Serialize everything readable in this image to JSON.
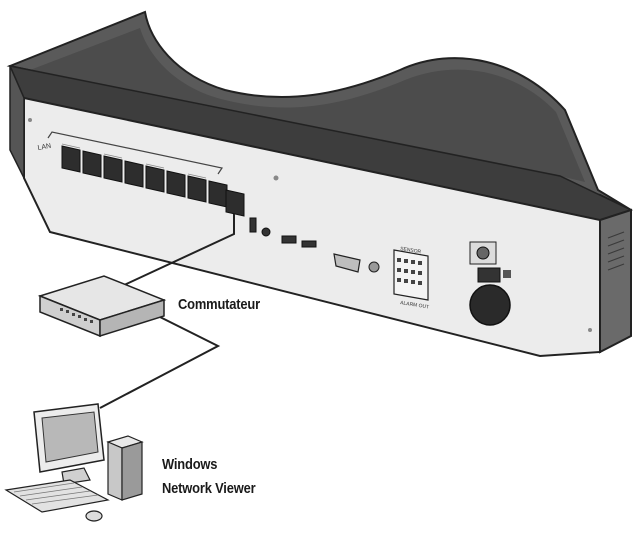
{
  "diagram": {
    "labels": {
      "switch": "Commutateur",
      "pc_line1": "Windows",
      "pc_line2": "Network Viewer"
    },
    "rear_panel_marks": {
      "lan_group": "LAN",
      "sensor_block": "SENSOR",
      "sensor_sub": "ALARM OUT"
    },
    "colors": {
      "body_dark": "#4a4a4a",
      "panel_light": "#ececec",
      "line": "#222222"
    },
    "icons": [
      "nvr-device",
      "network-switch",
      "desktop-computer",
      "monitor",
      "keyboard",
      "mouse",
      "rj45-port",
      "fan-icon",
      "power-socket"
    ]
  }
}
